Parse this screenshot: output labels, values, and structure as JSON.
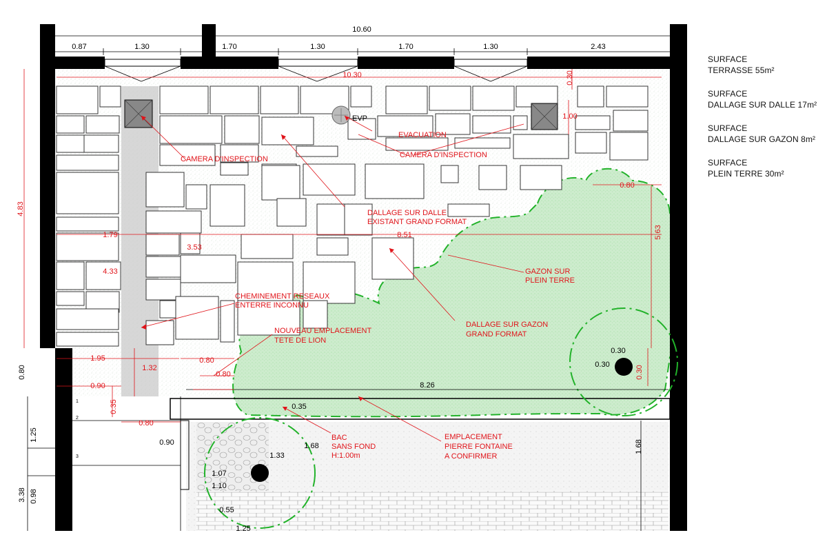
{
  "colors": {
    "wall": "#000000",
    "annotation": "#e0141a",
    "lawn": "#a8e6a8",
    "lawn_edge": "#22b22a",
    "paving": "#ffffff",
    "corridor": "#c8c8c8"
  },
  "legend": [
    {
      "line1": "SURFACE",
      "line2": "TERRASSE 55m²"
    },
    {
      "line1": "SURFACE",
      "line2": "DALLAGE SUR DALLE 17m²"
    },
    {
      "line1": "SURFACE",
      "line2": "DALLAGE SUR GAZON 8m²"
    },
    {
      "line1": "SURFACE",
      "line2": "PLEIN TERRE 30m²"
    }
  ],
  "dims": {
    "overall": "10.60",
    "top": [
      "0.87",
      "1.30",
      "1.70",
      "1.30",
      "1.70",
      "1.30",
      "2.43"
    ],
    "inner_width": "10.30",
    "d_030": "0.30",
    "d_100": "1.00",
    "d_483": "4.83",
    "d_080_right": "0.80",
    "d_563": "5.63",
    "d_179": "1.79",
    "d_353": "3.53",
    "d_851": "8.51",
    "d_433": "4.33",
    "d_195": "1.95",
    "d_132": "1.32",
    "d_080_a": "0.80",
    "d_080_b": "0.80",
    "d_080_left": "0.80",
    "d_090": "0.90",
    "d_826": "8.26",
    "d_035_v": "0.35",
    "d_035": "0.35",
    "d_080_c": "0.80",
    "d_125": "1.25",
    "d_090_b": "0.90",
    "d_168_a": "1.68",
    "d_168_b": "1.68",
    "d_133": "1.33",
    "d_107": "1.07",
    "d_110": "1.10",
    "d_098": "0.98",
    "d_338": "3.38",
    "d_055": "0.55",
    "d_125_b": "1.25",
    "d_030_a": "0.30",
    "d_030_b": "0.30",
    "d_030_c": "0.30"
  },
  "labels": {
    "evp": "EVP",
    "evacuation": "EVACUATION",
    "camera_left": "CAMERA D'INSPECTION",
    "camera_right": "CAMERA D'INSPECTION",
    "dallage_dalle_1": "DALLAGE SUR DALLE",
    "dallage_dalle_2": "EXISTANT GRAND FORMAT",
    "gazon_1": "GAZON SUR",
    "gazon_2": "PLEIN TERRE",
    "reseaux_1": "CHEMINEMENT RESEAUX",
    "reseaux_2": "ENTERRE INCONNU",
    "lion_1": "NOUVEAU EMPLACEMENT",
    "lion_2": "TETE DE LION",
    "dallage_gazon_1": "DALLAGE SUR GAZON",
    "dallage_gazon_2": "GRAND FORMAT",
    "bac_1": "BAC",
    "bac_2": "SANS FOND",
    "bac_3": "H:1.00m",
    "fontaine_1": "EMPLACEMENT",
    "fontaine_2": "PIERRE FONTAINE",
    "fontaine_3": "A CONFIRMER",
    "small_1": "1",
    "small_2": "2",
    "small_3": "3"
  }
}
